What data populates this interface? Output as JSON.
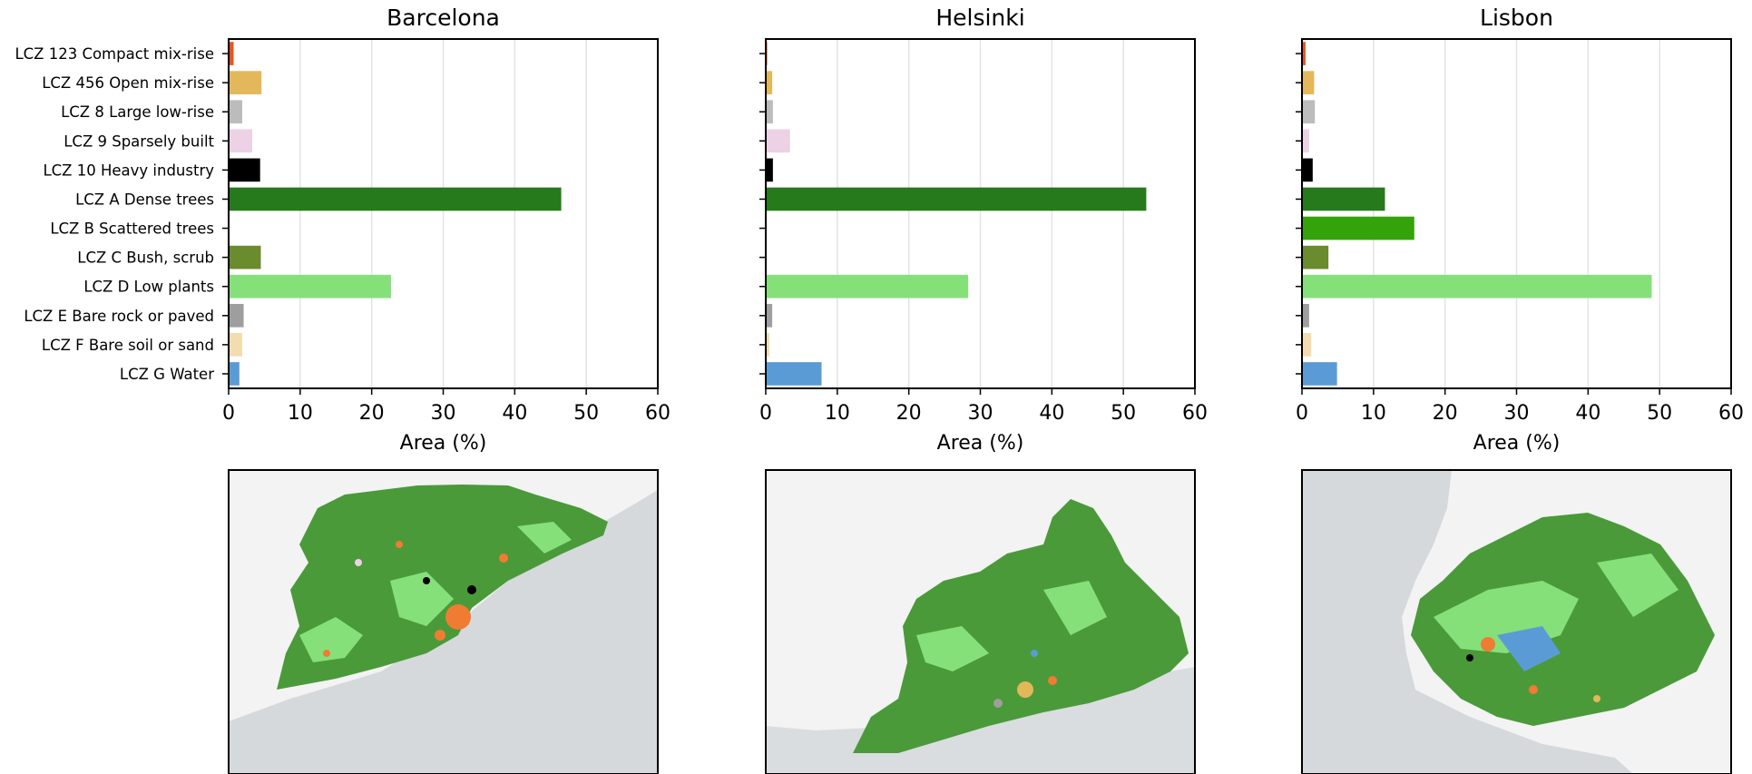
{
  "chart_data": {
    "type": "bar",
    "orientation": "horizontal",
    "categories": [
      "LCZ 123 Compact mix-rise",
      "LCZ 456 Open mix-rise",
      "LCZ 8 Large low-rise",
      "LCZ 9 Sparsely built",
      "LCZ 10 Heavy industry",
      "LCZ A Dense trees",
      "LCZ B Scattered trees",
      "LCZ C Bush, scrub",
      "LCZ D Low plants",
      "LCZ E Bare rock or paved",
      "LCZ F Bare soil or sand",
      "LCZ G Water"
    ],
    "category_colors": [
      "#e8551f",
      "#e2b85a",
      "#bcbcbc",
      "#ecd2e4",
      "#000000",
      "#267a1c",
      "#33a309",
      "#6a8b2e",
      "#86e07a",
      "#9e9e9e",
      "#f2dcb0",
      "#5b9bd5"
    ],
    "xlabel": "Area (%)",
    "xlim": [
      0,
      60
    ],
    "xticks": [
      0,
      10,
      20,
      30,
      40,
      50,
      60
    ],
    "grid": "vertical",
    "panels": [
      {
        "title": "Barcelona",
        "values": [
          0.7,
          4.6,
          1.9,
          3.3,
          4.4,
          46.5,
          0.0,
          4.5,
          22.7,
          2.1,
          1.9,
          1.5
        ]
      },
      {
        "title": "Helsinki",
        "values": [
          0.2,
          0.9,
          1.0,
          3.4,
          1.0,
          53.2,
          0.0,
          0.1,
          28.3,
          0.9,
          0.5,
          7.8
        ]
      },
      {
        "title": "Lisbon",
        "values": [
          0.5,
          1.7,
          1.8,
          1.0,
          1.5,
          11.6,
          15.7,
          3.7,
          48.9,
          1.0,
          1.3,
          4.9
        ]
      }
    ]
  },
  "maps": [
    {
      "name": "Barcelona",
      "land": "#f3f3f3",
      "sea": "#d5d9dc",
      "urban_accent": "#f07b33"
    },
    {
      "name": "Helsinki",
      "land": "#f3f3f3",
      "sea": "#d9dde0",
      "urban_accent": "#e2b85a"
    },
    {
      "name": "Lisbon",
      "land": "#f3f3f3",
      "sea": "#d5d9dc",
      "urban_accent": "#f07b33"
    }
  ]
}
